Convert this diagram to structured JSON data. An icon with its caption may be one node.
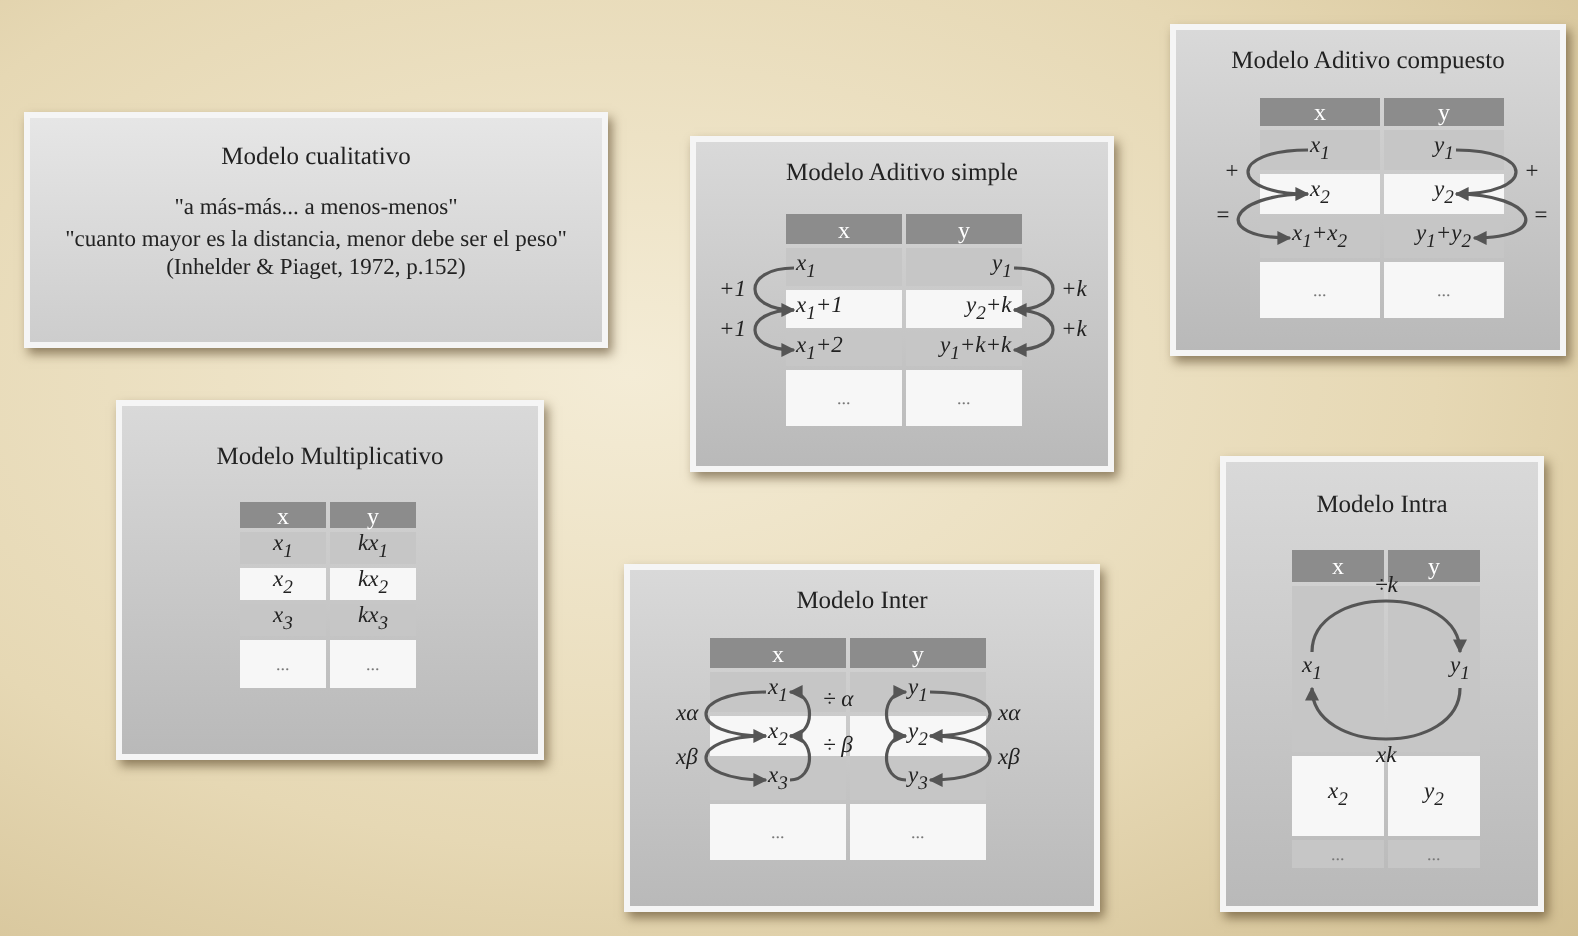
{
  "diagram": {
    "nodes": [
      {
        "text": [
          "Modelo cualitativo",
          "\"a más-más... a menos-menos\"",
          "\"cuanto mayor es la distancia, menor debe ser el peso\" (Inhelder & Piaget, 1972, p.152)"
        ]
      },
      {
        "text": [
          "Modelo Aditivo simple"
        ]
      },
      {
        "text": [
          "x"
        ],
        "in": 1
      },
      {
        "text": [
          "y"
        ],
        "in": 1
      },
      {
        "text": [
          "x$_{1}$"
        ],
        "in": 1
      },
      {
        "text": [
          "y$_{1}$"
        ],
        "in": 1
      },
      {
        "text": [
          "x$_{1}$+1"
        ],
        "in": 1
      },
      {
        "text": [
          "y$_{2}$+k"
        ],
        "in": 1
      },
      {
        "text": [
          "x$_{1}$+2"
        ],
        "in": 1
      },
      {
        "text": [
          "y$_{1}$+k+k"
        ],
        "in": 1
      },
      {
        "text": [
          "..."
        ],
        "in": 1
      },
      {
        "text": [
          "..."
        ],
        "in": 1
      },
      {
        "text": [
          "Modelo Aditivo compuesto"
        ]
      },
      {
        "text": [
          "x"
        ],
        "in": 12
      },
      {
        "text": [
          "y"
        ],
        "in": 12
      },
      {
        "text": [
          "x$_{1}$"
        ],
        "in": 12
      },
      {
        "text": [
          "y$_{1}$"
        ],
        "in": 12
      },
      {
        "text": [
          "x$_{2}$"
        ],
        "in": 12
      },
      {
        "text": [
          "y$_{2}$"
        ],
        "in": 12
      },
      {
        "text": [
          "x$_{1}$+x$_{2}$"
        ],
        "in": 12
      },
      {
        "text": [
          "y$_{1}$+y$_{2}$"
        ],
        "in": 12
      },
      {
        "text": [
          "..."
        ],
        "in": 12
      },
      {
        "text": [
          "..."
        ],
        "in": 12
      },
      {
        "text": [
          "Modelo Multiplicativo"
        ]
      },
      {
        "text": [
          "x"
        ],
        "in": 23
      },
      {
        "text": [
          "y"
        ],
        "in": 23
      },
      {
        "text": [
          "x$_{1}$"
        ],
        "in": 23
      },
      {
        "text": [
          "kx$_{1}$"
        ],
        "in": 23
      },
      {
        "text": [
          "x$_{2}$"
        ],
        "in": 23
      },
      {
        "text": [
          "kx$_{2}$"
        ],
        "in": 23
      },
      {
        "text": [
          "x$_{3}$"
        ],
        "in": 23
      },
      {
        "text": [
          "kx$_{3}$"
        ],
        "in": 23
      },
      {
        "text": [
          "..."
        ],
        "in": 23
      },
      {
        "text": [
          "..."
        ],
        "in": 23
      },
      {
        "text": [
          "Modelo Inter"
        ]
      },
      {
        "text": [
          "x"
        ],
        "in": 34
      },
      {
        "text": [
          "y"
        ],
        "in": 34
      },
      {
        "text": [
          "x$_{1}$"
        ],
        "in": 34
      },
      {
        "text": [
          "y$_{1}$"
        ],
        "in": 34
      },
      {
        "text": [
          "x$_{2}$"
        ],
        "in": 34
      },
      {
        "text": [
          "y$_{2}$"
        ],
        "in": 34
      },
      {
        "text": [
          "x$_{3}$"
        ],
        "in": 34
      },
      {
        "text": [
          "y$_{3}$"
        ],
        "in": 34
      },
      {
        "text": [
          "..."
        ],
        "in": 34
      },
      {
        "text": [
          "..."
        ],
        "in": 34
      },
      {
        "text": [
          "Modelo Intra"
        ]
      },
      {
        "text": [
          "x"
        ],
        "in": 45
      },
      {
        "text": [
          "y"
        ],
        "in": 45
      },
      {
        "text": [
          "x$_{1}$"
        ],
        "in": 45
      },
      {
        "text": [
          "y$_{1}$"
        ],
        "in": 45
      },
      {
        "text": [
          "x$_{2}$"
        ],
        "in": 45
      },
      {
        "text": [
          "y$_{2}$"
        ],
        "in": 45
      },
      {
        "text": [
          "..."
        ],
        "in": 45
      },
      {
        "text": [
          "..."
        ],
        "in": 45
      }
    ],
    "edges": [
      {
        "from": 4,
        "to": 6,
        "arrow": "to",
        "label": "+1"
      },
      {
        "from": 6,
        "to": 8,
        "arrow": "to",
        "label": "+1"
      },
      {
        "from": 5,
        "to": 7,
        "arrow": "to",
        "label": "+k"
      },
      {
        "from": 7,
        "to": 9,
        "arrow": "to",
        "label": "+k"
      },
      {
        "from": 15,
        "to": 17,
        "arrow": "to",
        "label": "+"
      },
      {
        "from": 17,
        "to": 19,
        "arrow": "to",
        "label": "="
      },
      {
        "from": 16,
        "to": 18,
        "arrow": "to",
        "label": "+"
      },
      {
        "from": 18,
        "to": 20,
        "arrow": "to",
        "label": "="
      },
      {
        "from": 37,
        "to": 39,
        "arrow": "to",
        "label": "xα"
      },
      {
        "from": 39,
        "to": 41,
        "arrow": "to",
        "label": "xβ"
      },
      {
        "from": 38,
        "to": 40,
        "arrow": "to",
        "label": "xα"
      },
      {
        "from": 40,
        "to": 42,
        "arrow": "to",
        "label": "xβ"
      },
      {
        "from": 39,
        "to": 37,
        "arrow": "to"
      },
      {
        "from": 41,
        "to": 39,
        "arrow": "to"
      },
      {
        "from": 40,
        "to": 38,
        "arrow": "to"
      },
      {
        "from": 42,
        "to": 40,
        "arrow": "to"
      },
      {
        "from": 48,
        "to": 49,
        "arrow": "to",
        "label": "÷k"
      },
      {
        "from": 49,
        "to": 48,
        "arrow": "to",
        "label": "xk"
      }
    ],
    "labels": [
      "÷ α",
      "÷ β"
    ]
  }
}
